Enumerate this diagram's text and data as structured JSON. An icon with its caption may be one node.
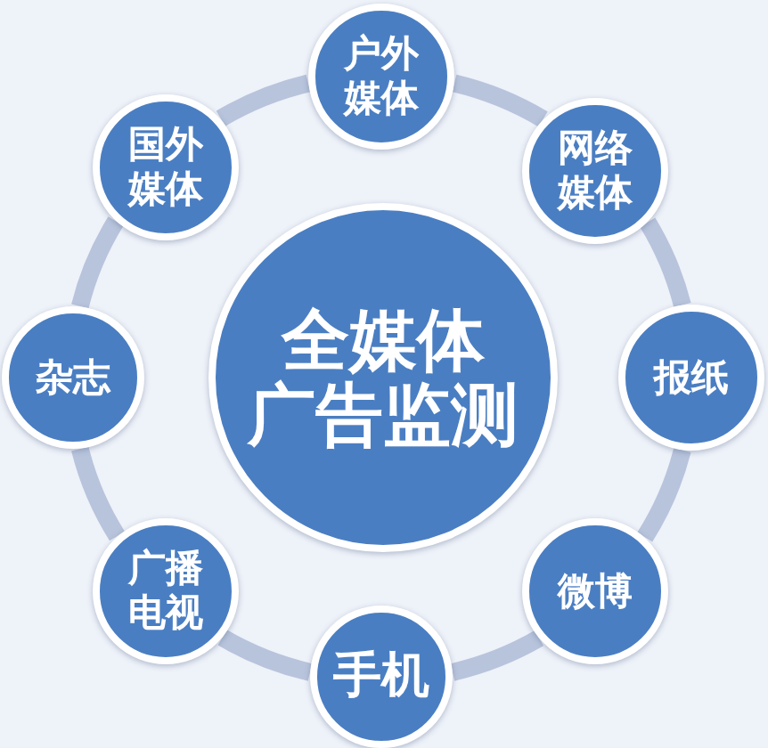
{
  "diagram": {
    "nodes": [
      {
        "text": [
          "全媒体广告监测"
        ]
      },
      {
        "text": [
          "户外媒体"
        ]
      },
      {
        "text": [
          "网络媒体"
        ]
      },
      {
        "text": [
          "报纸"
        ]
      },
      {
        "text": [
          "微博"
        ]
      },
      {
        "text": [
          "手机"
        ]
      },
      {
        "text": [
          "广播电视"
        ]
      },
      {
        "text": [
          "杂志"
        ]
      },
      {
        "text": [
          "国外媒体"
        ]
      }
    ],
    "edges": [
      {
        "from": 1,
        "to": 2,
        "arrow": "none"
      },
      {
        "from": 2,
        "to": 3,
        "arrow": "none"
      },
      {
        "from": 3,
        "to": 4,
        "arrow": "none"
      },
      {
        "from": 4,
        "to": 5,
        "arrow": "none"
      },
      {
        "from": 5,
        "to": 6,
        "arrow": "none"
      },
      {
        "from": 6,
        "to": 7,
        "arrow": "none"
      },
      {
        "from": 7,
        "to": 8,
        "arrow": "none"
      },
      {
        "from": 8,
        "to": 1,
        "arrow": "none"
      }
    ]
  }
}
